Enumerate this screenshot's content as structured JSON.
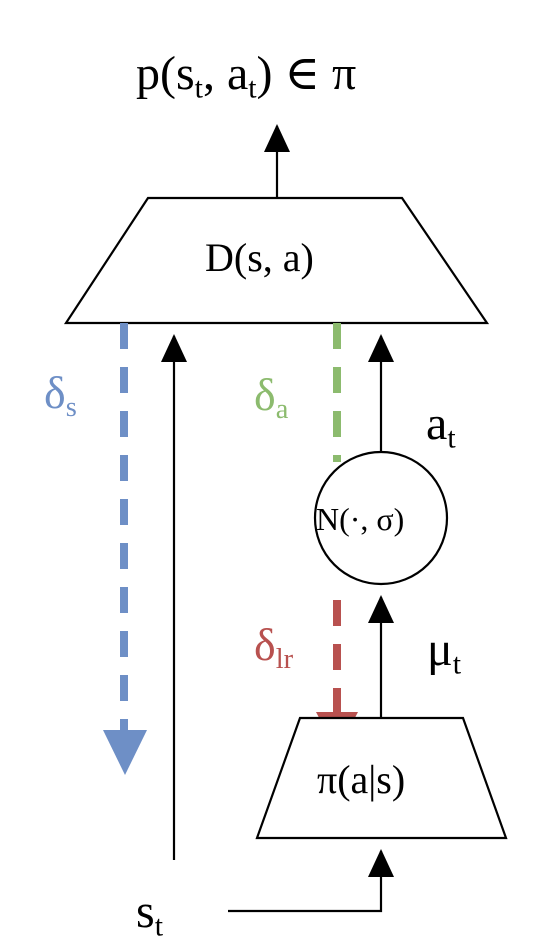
{
  "diagram": {
    "output_label": {
      "p": "p(s",
      "t1": "t",
      "sep": ", a",
      "t2": "t",
      "tail": ") ∈ π"
    },
    "discriminator_label": "D(s, a)",
    "noise_label": "N(·, σ)",
    "policy_label": "π(a|s)",
    "action_label": {
      "base": "a",
      "sub": "t"
    },
    "mean_label": {
      "base": "μ",
      "sub": "t"
    },
    "state_label": {
      "base": "s",
      "sub": "t"
    },
    "delta_s": {
      "base": "δ",
      "sub": "s"
    },
    "delta_a": {
      "base": "δ",
      "sub": "a"
    },
    "delta_lr": {
      "base": "δ",
      "sub": "lr"
    },
    "colors": {
      "delta_s": "#6e8fc6",
      "delta_a": "#8cbb6e",
      "delta_lr": "#b8514f",
      "stroke": "#000000"
    }
  }
}
